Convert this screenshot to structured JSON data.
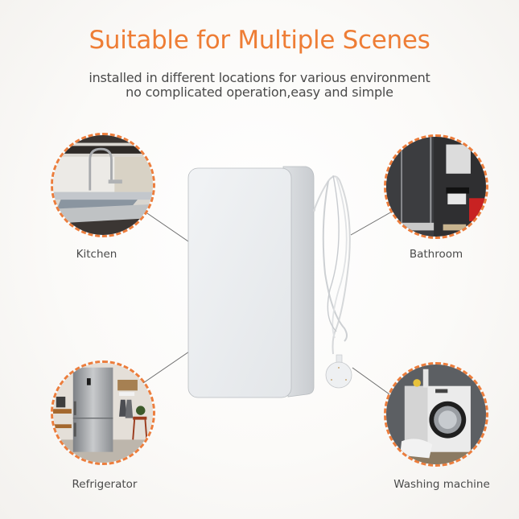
{
  "header": {
    "title": "Suitable for Multiple Scenes",
    "subtitle_lines": [
      "installed in different locations for various environment",
      "no complicated operation,easy and simple"
    ]
  },
  "colors": {
    "accent": "#ee7d35",
    "text": "#4a4a4a",
    "background": "#f8f7f5"
  },
  "scenes": [
    {
      "id": "kitchen",
      "label": "Kitchen",
      "position": "top-left",
      "image": "kitchen-sink-faucet-photo"
    },
    {
      "id": "bathroom",
      "label": "Bathroom",
      "position": "top-right",
      "image": "bathroom-shower-photo"
    },
    {
      "id": "refrigerator",
      "label": "Refrigerator",
      "position": "bottom-left",
      "image": "refrigerator-photo"
    },
    {
      "id": "washing-machine",
      "label": "Washing machine",
      "position": "bottom-right",
      "image": "washing-machine-photo"
    }
  ],
  "product": {
    "image": "water-leak-sensor-device-with-cable-probe"
  }
}
